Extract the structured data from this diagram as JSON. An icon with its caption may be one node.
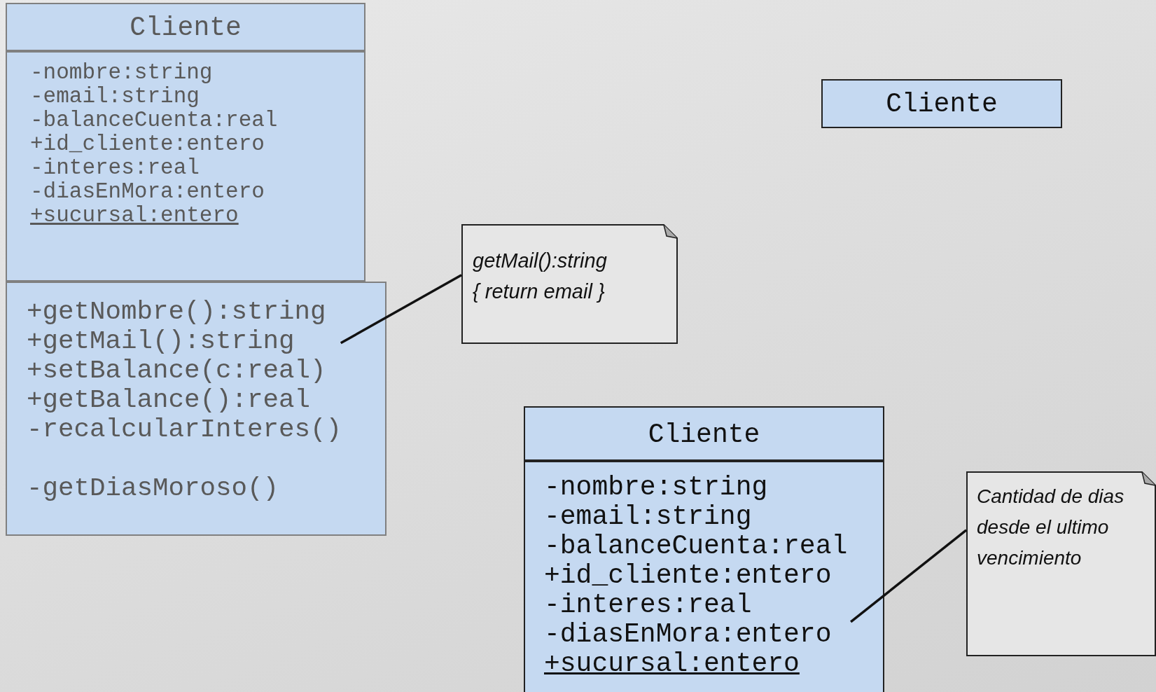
{
  "diagram": {
    "nodes": [
      {
        "text": [
          "Cliente"
        ]
      },
      {
        "text": [
          "-nombre:string",
          "-email:string",
          "-balanceCuenta:real",
          "+id_cliente:entero",
          "-interes:real",
          "-diasEnMora:entero",
          "+sucursal:entero"
        ]
      },
      {
        "text": [
          "+getNombre():string",
          "+getMail():string",
          "+setBalance(c:real)",
          "+getBalance():real",
          "-recalcularInteres()",
          "-getDiasMoroso()"
        ]
      },
      {
        "text": [
          "getMail():string { return email }"
        ]
      },
      {
        "text": [
          "Cliente"
        ]
      },
      {
        "text": [
          "Cliente"
        ]
      },
      {
        "text": [
          "-nombre:string",
          "-email:string",
          "-balanceCuenta:real",
          "+id_cliente:entero",
          "-interes:real",
          "-diasEnMora:entero",
          "+sucursal:entero"
        ]
      },
      {
        "text": [
          "Cantidad de dias desde el ultimo vencimiento"
        ]
      }
    ],
    "edges": [
      {
        "from": 2,
        "to": 3,
        "arrow": "none"
      },
      {
        "from": 6,
        "to": 7,
        "arrow": "none"
      }
    ]
  }
}
